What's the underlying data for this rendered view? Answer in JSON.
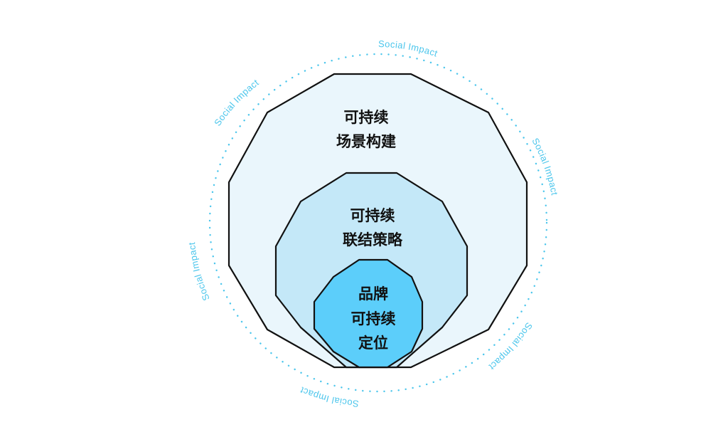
{
  "colors": {
    "outer_fill": "#eaf6fc",
    "middle_fill": "#c4e8f8",
    "inner_fill": "#5ccefa",
    "outline": "#111111",
    "social_impact": "#4cc6ec",
    "background": "#ffffff"
  },
  "layers": {
    "outer": {
      "line1": "可持续",
      "line2": "场景构建"
    },
    "middle": {
      "line1": "可持续",
      "line2": "联结策略"
    },
    "inner": {
      "line1": "品牌",
      "line2": "可持续",
      "line3": "定位"
    }
  },
  "social_impact": {
    "labels": [
      "Social Impact",
      "Social Impact",
      "Social Impact",
      "Social Impact",
      "Social Impact",
      "Social Impact"
    ]
  }
}
